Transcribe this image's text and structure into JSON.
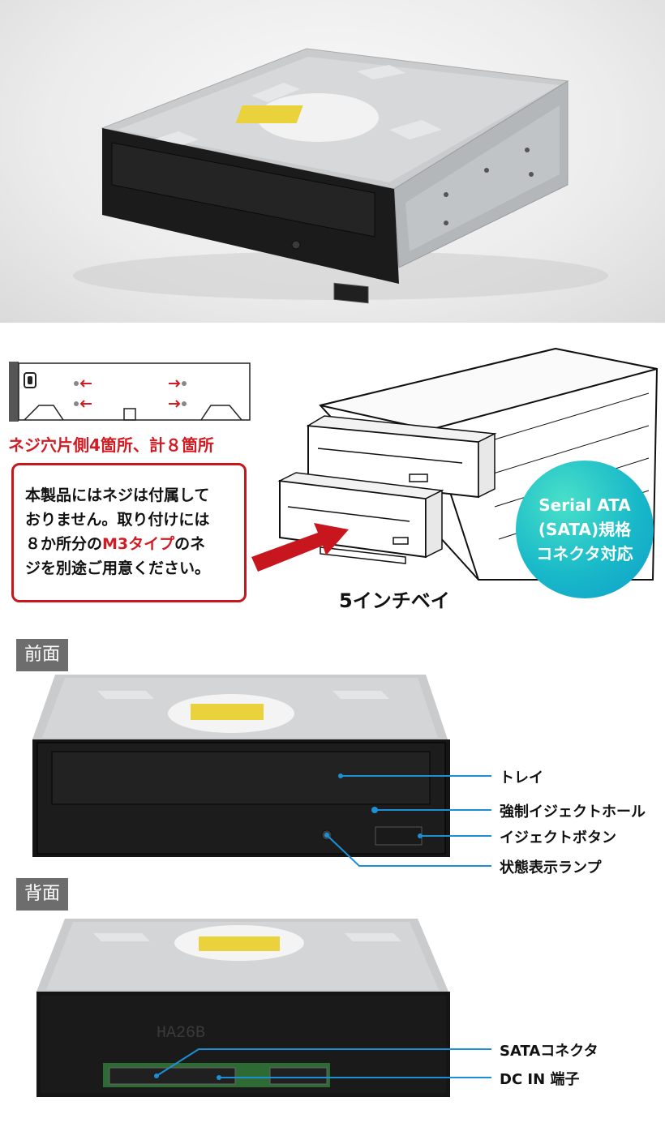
{
  "screw_info": {
    "label": "ネジ穴片側4箇所、計８箇所"
  },
  "note": {
    "line1": "本製品にはネジは付属して",
    "line2": "おりません。取り付けには",
    "line3_a": "８か所分の",
    "line3_highlight": "M3タイプ",
    "line3_b": "のネ",
    "line4": "ジを別途ご用意ください。"
  },
  "bay": {
    "label": "5インチベイ"
  },
  "badge": {
    "line1": "Serial ATA",
    "line2": "(SATA)規格",
    "line3": "コネクタ対応"
  },
  "front": {
    "tag": "前面",
    "callouts": {
      "tray": "トレイ",
      "emergency_eject": "強制イジェクトホール",
      "eject_button": "イジェクトボタン",
      "status_lamp": "状態表示ランプ"
    }
  },
  "back": {
    "tag": "背面",
    "model_print": "HA26B",
    "callouts": {
      "sata": "SATAコネクタ",
      "dc_in": "DC IN 端子"
    }
  },
  "colors": {
    "accent_red": "#d11c24",
    "callout_blue": "#1d8fd6",
    "tag_gray": "#6d6d6d",
    "badge_teal": "#19b9c9"
  }
}
